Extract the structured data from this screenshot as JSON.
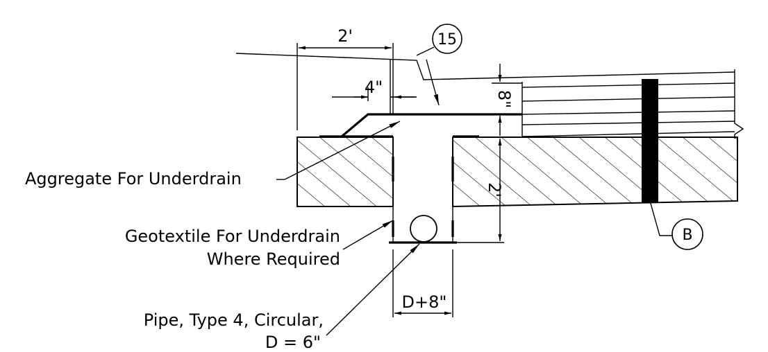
{
  "dimensions": {
    "top_width": "2'",
    "offset": "4\"",
    "base_depth": "8\"",
    "trench_depth": "2'",
    "trench_width": "D+8\""
  },
  "labels": {
    "aggregate": "Aggregate For Underdrain",
    "geotextile_line1": "Geotextile For Underdrain",
    "geotextile_line2": "Where Required",
    "pipe_line1": "Pipe, Type 4, Circular,",
    "pipe_line2": "D = 6\""
  },
  "callouts": {
    "note_15": "15",
    "note_b": "B"
  }
}
